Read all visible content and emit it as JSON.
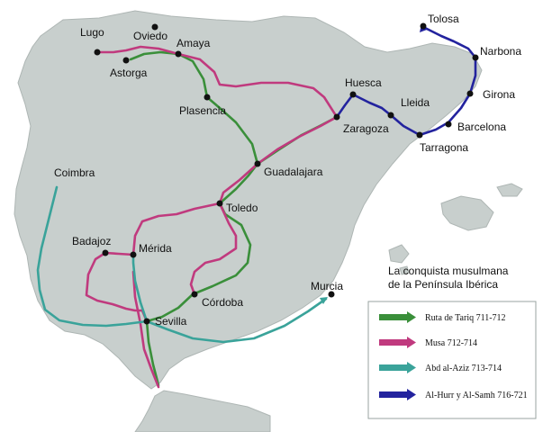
{
  "map": {
    "title_line1": "La conquista musulmana",
    "title_line2": "de la Península Ibérica",
    "colors": {
      "sea": "#ffffff",
      "land": "#c8cfcd",
      "land_edge": "#aeb6b4",
      "city_dot": "#111111"
    },
    "cities": {
      "lugo": "Lugo",
      "oviedo": "Oviedo",
      "amaya": "Amaya",
      "astorga": "Astorga",
      "plasencia": "Plasencia",
      "tolosa": "Tolosa",
      "narbona": "Narbona",
      "huesca": "Huesca",
      "lleida": "Lleida",
      "girona": "Girona",
      "zaragoza": "Zaragoza",
      "barcelona": "Barcelona",
      "tarragona": "Tarragona",
      "guadalajara": "Guadalajara",
      "coimbra": "Coimbra",
      "toledo": "Toledo",
      "badajoz": "Badajoz",
      "merida": "Mérida",
      "murcia": "Murcia",
      "cordoba": "Córdoba",
      "sevilla": "Sevilla"
    },
    "legend": [
      {
        "label": "Ruta de Tariq 711-712",
        "color": "#3a8f3a"
      },
      {
        "label": "Musa 712-714",
        "color": "#c03a7e"
      },
      {
        "label": "Abd al-Aziz 713-714",
        "color": "#3aa39a"
      },
      {
        "label": "Al-Hurr y Al-Samh 716-721",
        "color": "#23239e"
      }
    ]
  }
}
